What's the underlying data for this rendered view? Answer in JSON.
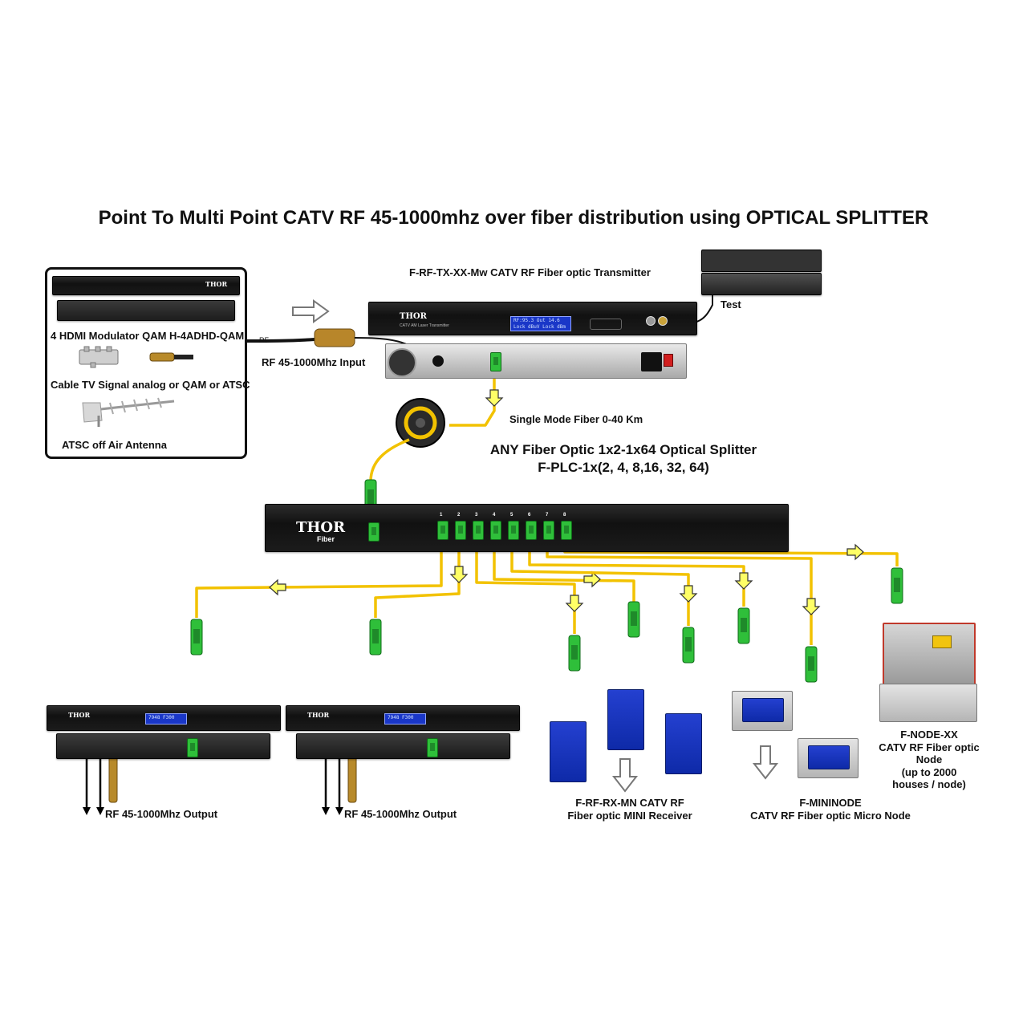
{
  "title": "Point To Multi Point CATV RF 45-1000mhz over fiber distribution using OPTICAL SPLITTER",
  "sources": {
    "modulator_label": "4 HDMI Modulator QAM H-4ADHD-QAM",
    "cable_tv_label": "Cable TV Signal analog or QAM or ATSC",
    "antenna_label": "ATSC off Air  Antenna"
  },
  "rf_input": {
    "cable_tag": "RF",
    "label": "RF 45-1000Mhz Input"
  },
  "transmitter": {
    "label": "F-RF-TX-XX-Mw CATV RF Fiber optic Transmitter",
    "logo": "THOR",
    "model_text": "CATV AM Laser Transmitter",
    "lcd_line1": "RF:95.3   Out 14.6",
    "lcd_line2": "Lock dBuV  Lock dBm"
  },
  "test": {
    "label": "Test"
  },
  "fiber": {
    "label": "Single Mode Fiber 0-40 Km"
  },
  "splitter": {
    "label_line1": "ANY Fiber Optic 1x2-1x64 Optical Splitter",
    "label_line2": "F-PLC-1x(2, 4, 8,16, 32, 64)",
    "logo": "THOR",
    "logo_sub": "Fiber",
    "ports": [
      "1",
      "2",
      "3",
      "4",
      "5",
      "6",
      "7",
      "8"
    ]
  },
  "receivers": {
    "rack_output_label": "RF 45-1000Mhz Output",
    "rack_logo": "THOR",
    "rack_lcd": "7948 F300",
    "mini_label_line1": "F-RF-RX-MN CATV RF",
    "mini_label_line2": "Fiber optic MINI Receiver",
    "mininode_label_line1": "F-MININODE",
    "mininode_label_line2": "CATV RF Fiber optic Micro Node",
    "node_label_line1": "F-NODE-XX",
    "node_label_line2": "CATV RF Fiber optic",
    "node_label_line3": "Node",
    "node_label_line4": "(up to 2000",
    "node_label_line5": "houses / node)"
  },
  "colors": {
    "fiber": "#f2c200",
    "connector": "#2fbf3a",
    "arrow_outline": "#333333",
    "lcd_blue": "#1a37c8"
  },
  "icons": [
    "arrow-right-icon",
    "arrow-down-icon",
    "arrow-left-icon",
    "fiber-reel-icon",
    "antenna-icon",
    "splitter-icon",
    "monitor-icon"
  ]
}
